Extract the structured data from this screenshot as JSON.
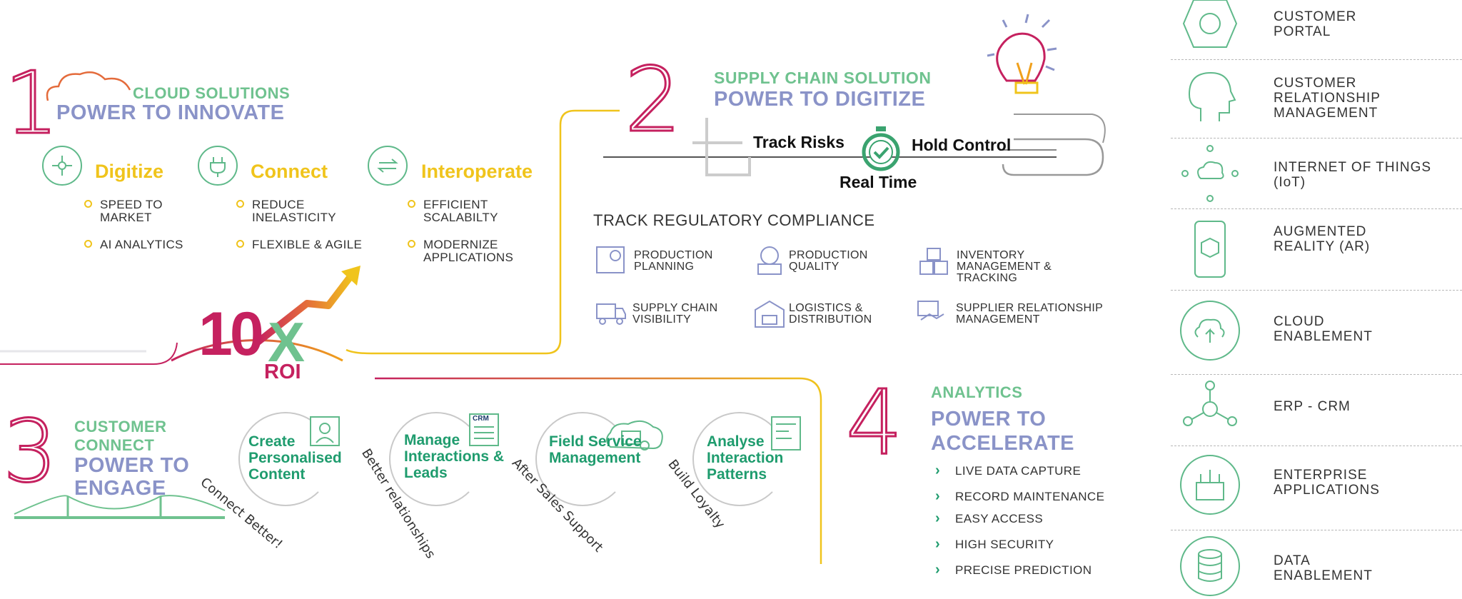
{
  "section1": {
    "number": "1",
    "subtitle": "CLOUD SOLUTIONS",
    "title": "POWER TO INNOVATE",
    "pillars": [
      {
        "title": "Digitize",
        "icon": "circuit-icon",
        "bullets": [
          "SPEED TO MARKET",
          "AI ANALYTICS"
        ]
      },
      {
        "title": "Connect",
        "icon": "plug-icon",
        "bullets": [
          "REDUCE INELASTICITY",
          "FLEXIBLE & AGILE"
        ]
      },
      {
        "title": "Interoperate",
        "icon": "exchange-arrows-icon",
        "bullets": [
          "EFFICIENT SCALABILTY",
          "MODERNIZE APPLICATIONS"
        ]
      }
    ],
    "roi": {
      "big": "10",
      "x": "X",
      "label": "ROI"
    }
  },
  "section2": {
    "number": "2",
    "subtitle": "SUPPLY CHAIN SOLUTION",
    "title": "POWER TO DIGITIZE",
    "track_risks": "Track Risks",
    "hold_control": "Hold Control",
    "real_time": "Real Time",
    "compliance": "TRACK REGULATORY COMPLIANCE",
    "items": [
      {
        "label": "PRODUCTION PLANNING",
        "icon": "gear-blueprint-icon"
      },
      {
        "label": "PRODUCTION QUALITY",
        "icon": "quality-badge-icon"
      },
      {
        "label": "INVENTORY MANAGEMENT & TRACKING",
        "icon": "boxes-icon"
      },
      {
        "label": "SUPPLY CHAIN VISIBILITY",
        "icon": "truck-eye-icon"
      },
      {
        "label": "LOGISTICS & DISTRIBUTION",
        "icon": "warehouse-truck-icon"
      },
      {
        "label": "SUPPLIER RELATIONSHIP MANAGEMENT",
        "icon": "handshake-icon"
      }
    ]
  },
  "section3": {
    "number": "3",
    "subtitle": "CUSTOMER CONNECT",
    "title": "POWER TO ENGAGE",
    "cards": [
      {
        "title": "Create Personalised Content",
        "caption": "Connect Better!",
        "icon": "profile-card-icon"
      },
      {
        "title": "Manage Interactions & Leads",
        "caption": "Better relationships",
        "icon": "crm-icon",
        "badge": "CRM"
      },
      {
        "title": "Field Service Management",
        "caption": "After Sales Support",
        "icon": "truck-calendar-icon"
      },
      {
        "title": "Analyse Interaction Patterns",
        "caption": "Build Loyalty",
        "icon": "analytics-card-icon"
      }
    ]
  },
  "section4": {
    "number": "4",
    "subtitle": "ANALYTICS",
    "title": "POWER TO ACCELERATE",
    "items": [
      "LIVE DATA CAPTURE",
      "RECORD MAINTENANCE",
      "EASY ACCESS",
      "HIGH SECURITY",
      "PRECISE PREDICTION"
    ]
  },
  "right_panel": [
    {
      "label": "CUSTOMER PORTAL",
      "icon": "brain-circuit-icon"
    },
    {
      "label": "CUSTOMER RELATIONSHIP MANAGEMENT",
      "icon": "ai-head-icon"
    },
    {
      "label": "INTERNET OF THINGS (IoT)",
      "icon": "cloud-network-icon"
    },
    {
      "label": "AUGMENTED REALITY (AR)",
      "icon": "phone-cube-icon"
    },
    {
      "label": "CLOUD ENABLEMENT",
      "icon": "cloud-upload-icon"
    },
    {
      "label": "ERP - CRM",
      "icon": "network-nodes-icon"
    },
    {
      "label": "ENTERPRISE APPLICATIONS",
      "icon": "laptop-network-icon"
    },
    {
      "label": "DATA ENABLEMENT",
      "icon": "database-icon"
    }
  ],
  "colors": {
    "green": "#6fc28f",
    "blue": "#8a93c8",
    "yellow": "#f0c41c",
    "magenta": "#c5215f",
    "teal": "#1f9c6e"
  }
}
